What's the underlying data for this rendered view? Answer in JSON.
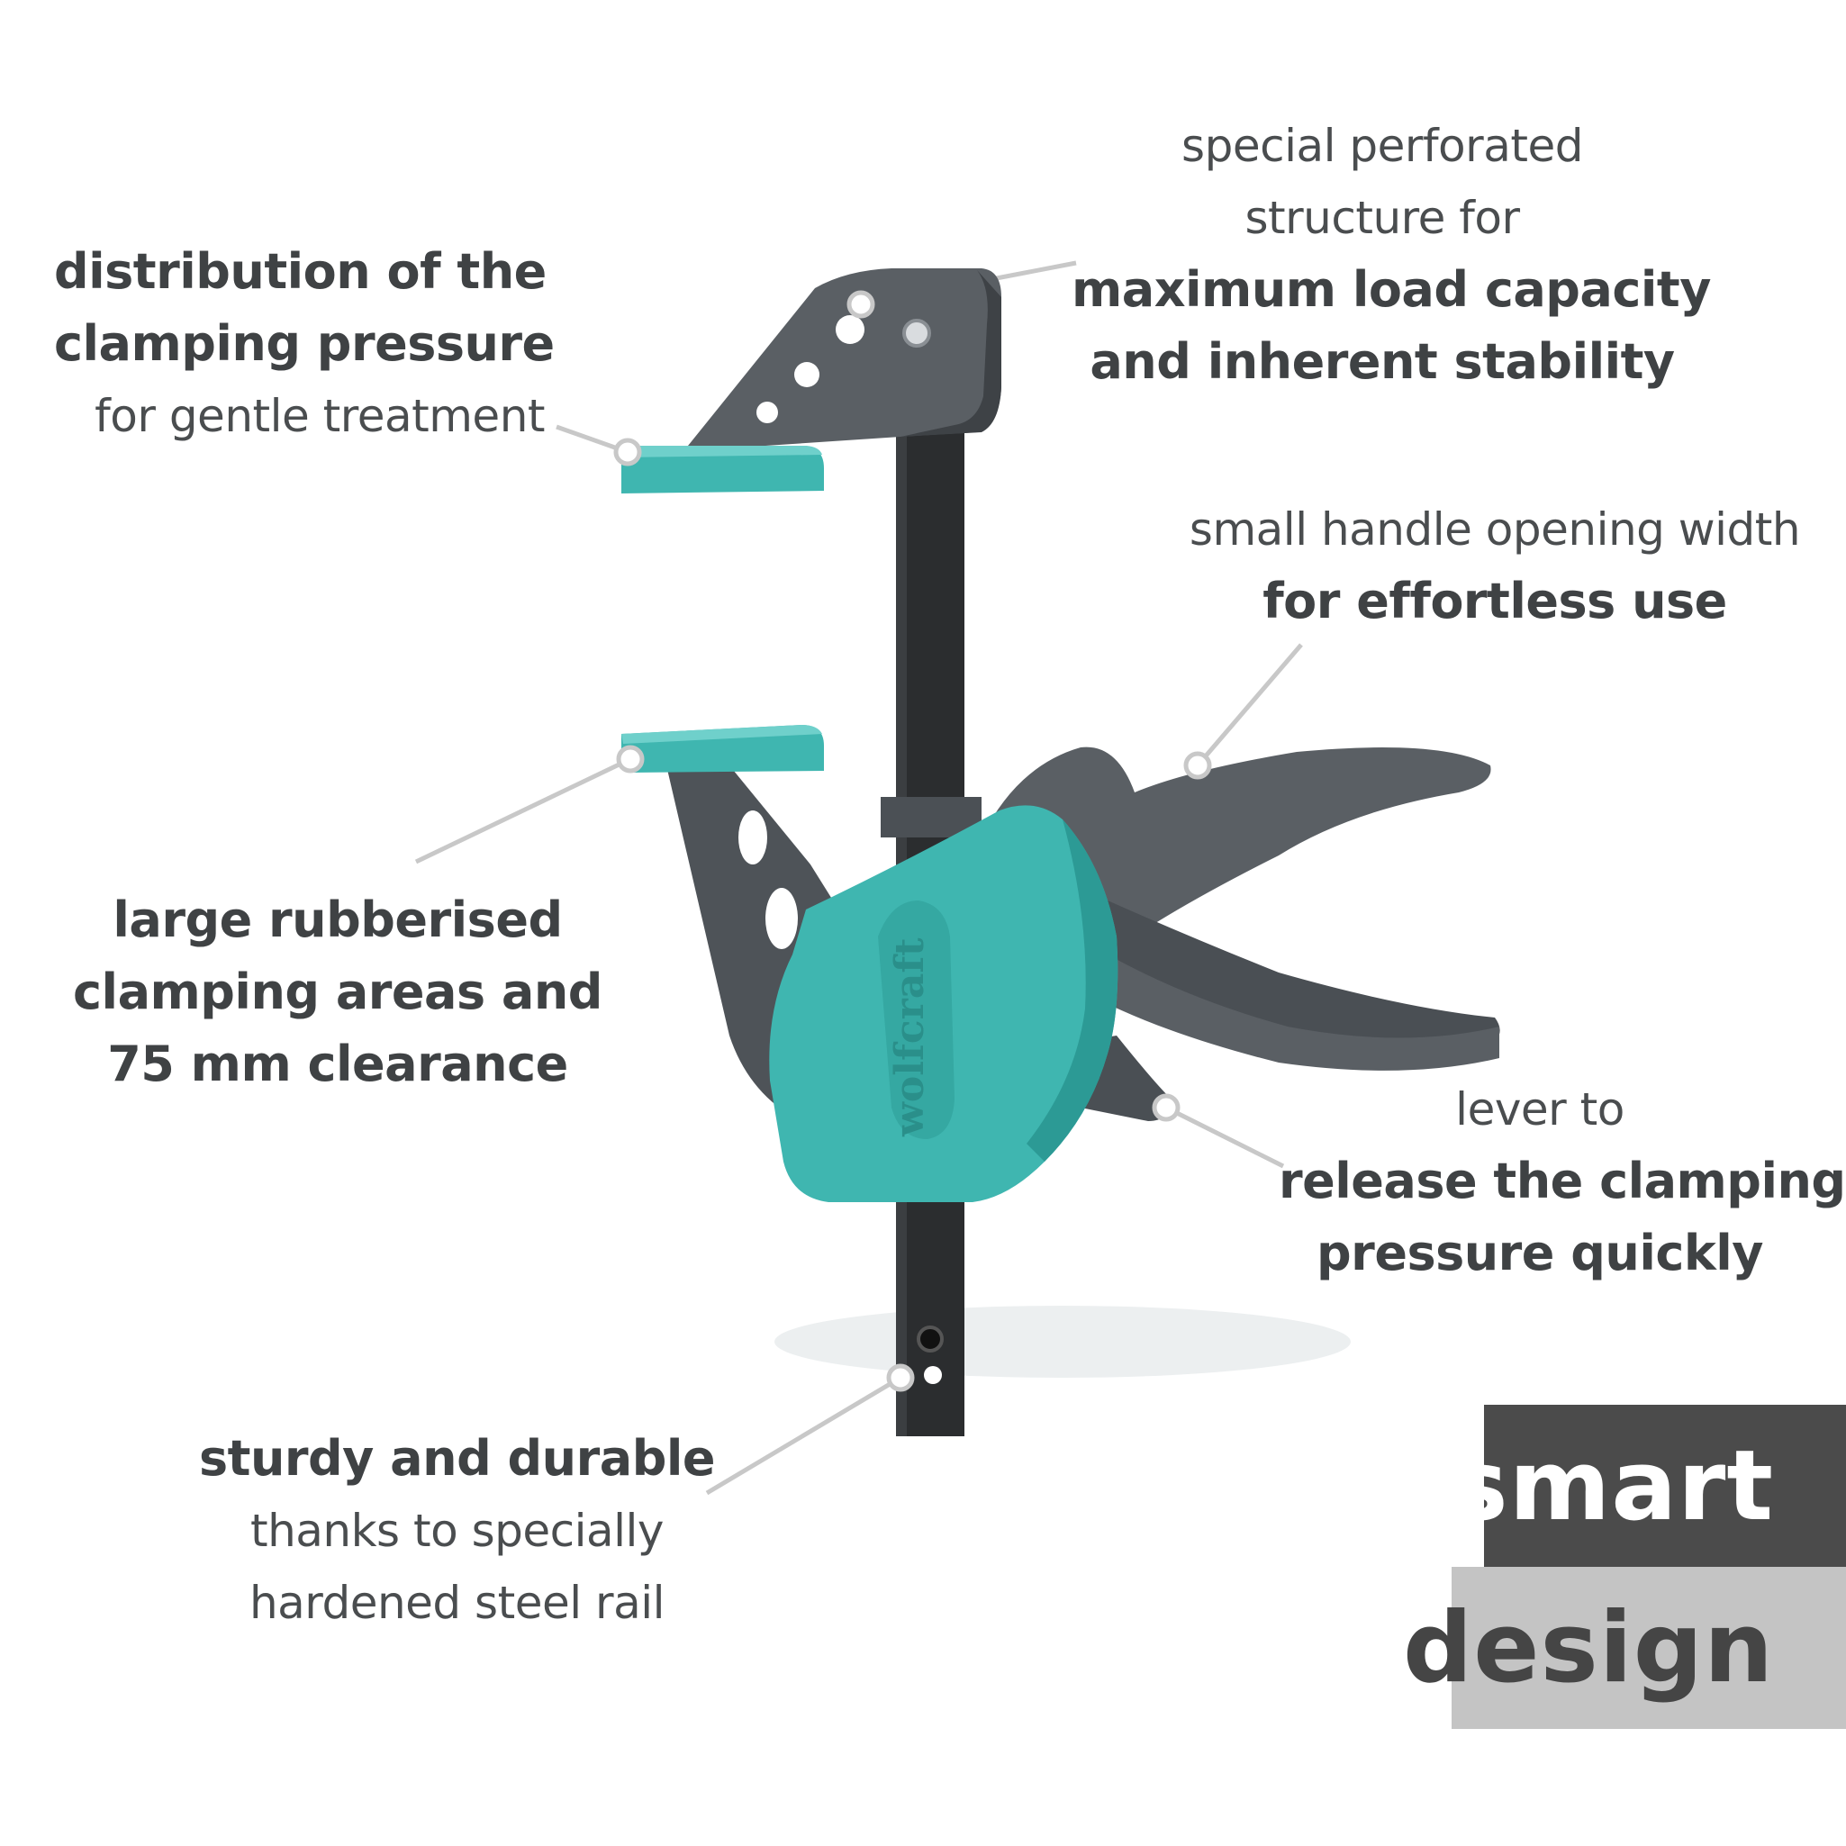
{
  "colors": {
    "teal": "#3fb6b0",
    "teal_dark": "#2c9a95",
    "body_grey": "#5a5f64",
    "body_grey_dark": "#3e4246",
    "rail": "#2b2d2f",
    "callout_line": "#c8c8c8",
    "text": "#3f4244"
  },
  "brand": {
    "logo_text": "wolfcraft"
  },
  "callouts": {
    "pressure": {
      "lines": [
        {
          "text": "distribution of the",
          "style": "bold"
        },
        {
          "text": "clamping pressure",
          "style": "bold"
        },
        {
          "text": "for gentle treatment",
          "style": "light"
        }
      ]
    },
    "perforated": {
      "lines": [
        {
          "text": "special perforated",
          "style": "light"
        },
        {
          "text": "structure for",
          "style": "light"
        },
        {
          "text": "maximum load capacity",
          "style": "bold"
        },
        {
          "text": "and inherent stability",
          "style": "bold"
        }
      ]
    },
    "handle": {
      "lines": [
        {
          "text": "small handle opening width",
          "style": "light"
        },
        {
          "text": "for effortless use",
          "style": "bold"
        }
      ]
    },
    "rubber": {
      "lines": [
        {
          "text": "large rubberised",
          "style": "bold"
        },
        {
          "text": "clamping areas and",
          "style": "bold"
        },
        {
          "text": "75 mm clearance",
          "style": "bold"
        }
      ]
    },
    "lever": {
      "lines": [
        {
          "text": "lever to",
          "style": "light"
        },
        {
          "text": "release the clamping",
          "style": "bold"
        },
        {
          "text": "pressure quickly",
          "style": "bold"
        }
      ]
    },
    "sturdy": {
      "lines": [
        {
          "text": "sturdy and durable",
          "style": "bold"
        },
        {
          "text": "thanks to specially",
          "style": "light"
        },
        {
          "text": "hardened steel rail",
          "style": "light"
        }
      ]
    }
  },
  "badge": {
    "top": "smart",
    "bottom": "design"
  }
}
